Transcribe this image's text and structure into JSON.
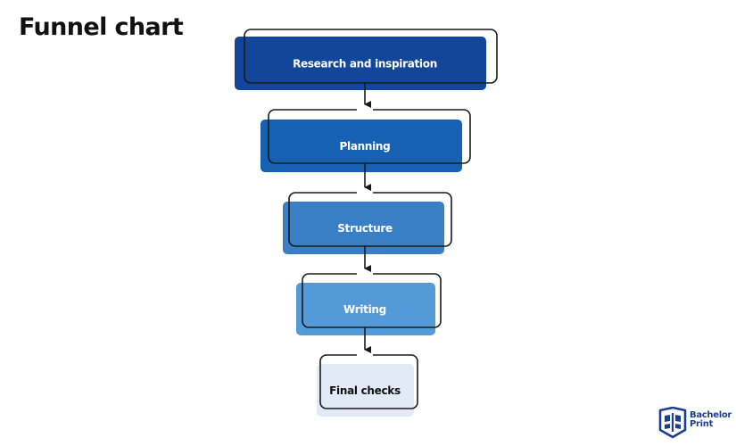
{
  "title": "Funnel chart",
  "stages": [
    {
      "label": "Research and inspiration",
      "fill": "#12469a",
      "text_color": "#ffffff"
    },
    {
      "label": "Planning",
      "fill": "#1661b1",
      "text_color": "#ffffff"
    },
    {
      "label": "Structure",
      "fill": "#3a7fc5",
      "text_color": "#ffffff"
    },
    {
      "label": "Writing",
      "fill": "#559ad8",
      "text_color": "#ffffff"
    },
    {
      "label": "Final checks",
      "fill": "#e3eaf7",
      "text_color": "#111111"
    }
  ],
  "colors": {
    "outline": "#1a1a1a",
    "arrow": "#1a1a1a",
    "logo_blue": "#1c3f8f"
  },
  "logo": {
    "line1": "Bachelor",
    "line2": "Print",
    "icon": "book-shield-icon"
  }
}
